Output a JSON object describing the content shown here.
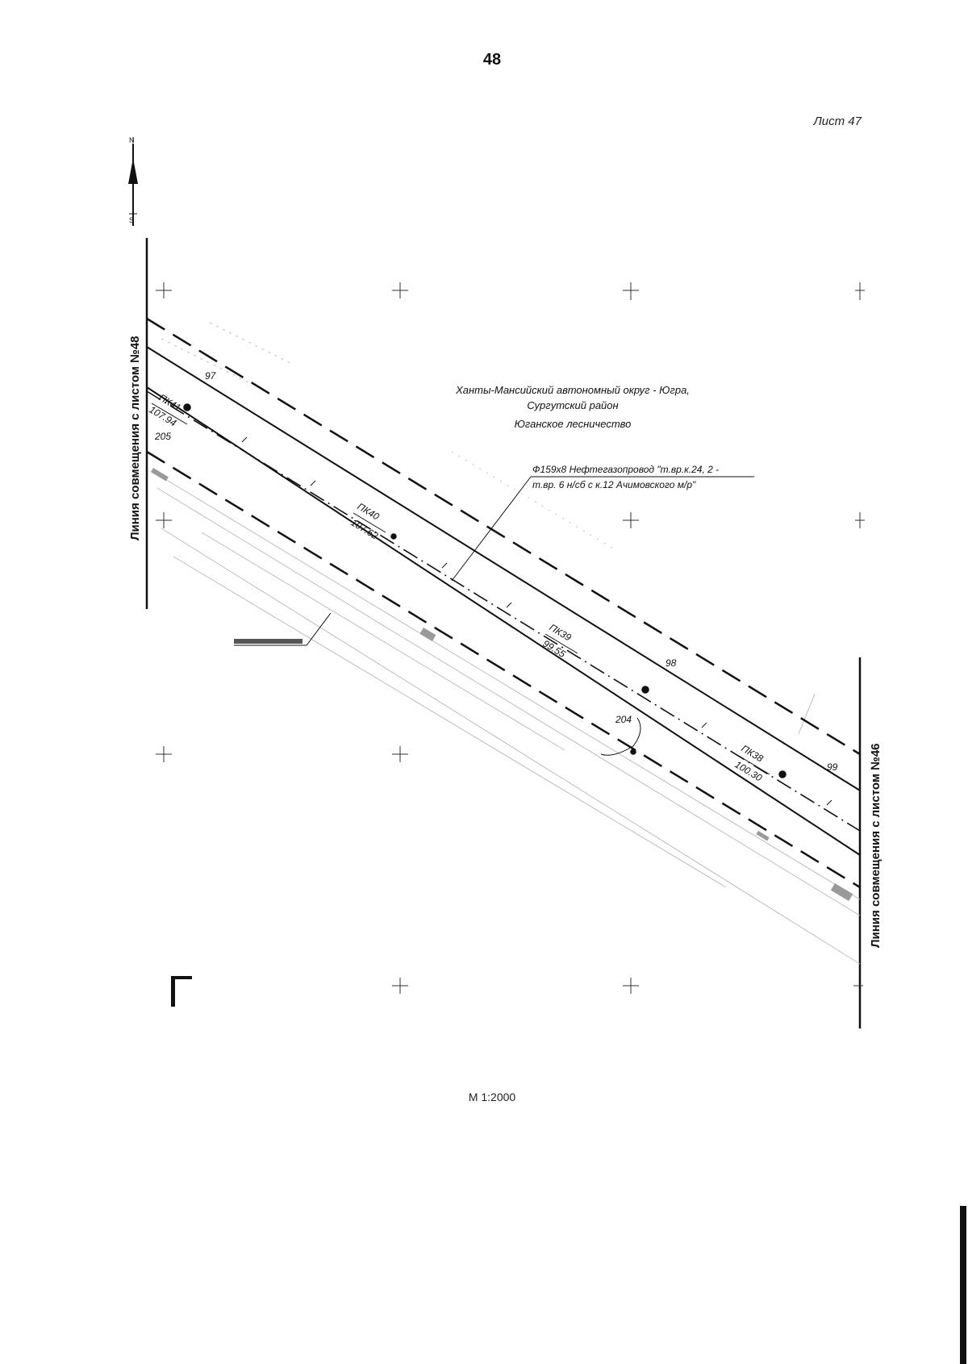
{
  "page_number": "48",
  "sheet_label": "Лист 47",
  "scale": "М 1:2000",
  "north_arrow": {
    "icon": "north-arrow-icon",
    "letters": [
      "N",
      "S"
    ]
  },
  "match_lines": {
    "left": "Линия совмещения с листом №48",
    "right": "Линия совмещения с листом №46"
  },
  "region": {
    "line1": "Ханты-Мансийский автономный округ - Югра,",
    "line2": "Сургутский район",
    "line3": "Юганское лесничество"
  },
  "pipeline": {
    "line1": "Ф159х8 Нефтегазопровод \"т.вр.к.24, 2 -",
    "line2": "т.вр. 6 н/сб с к.12 Ачимовского м/р\""
  },
  "pickets": [
    {
      "name": "ПК41",
      "distance": "107.94"
    },
    {
      "name": "ПК40",
      "distance": "107.62"
    },
    {
      "name": "ПК39",
      "distance": "99.55"
    },
    {
      "name": "ПК38",
      "distance": "100.30"
    }
  ],
  "quarter_numbers": [
    "97",
    "98",
    "99",
    "205",
    "204"
  ],
  "colors": {
    "ink": "#111111",
    "faint": "#b5b5b5",
    "background": "#ffffff"
  }
}
